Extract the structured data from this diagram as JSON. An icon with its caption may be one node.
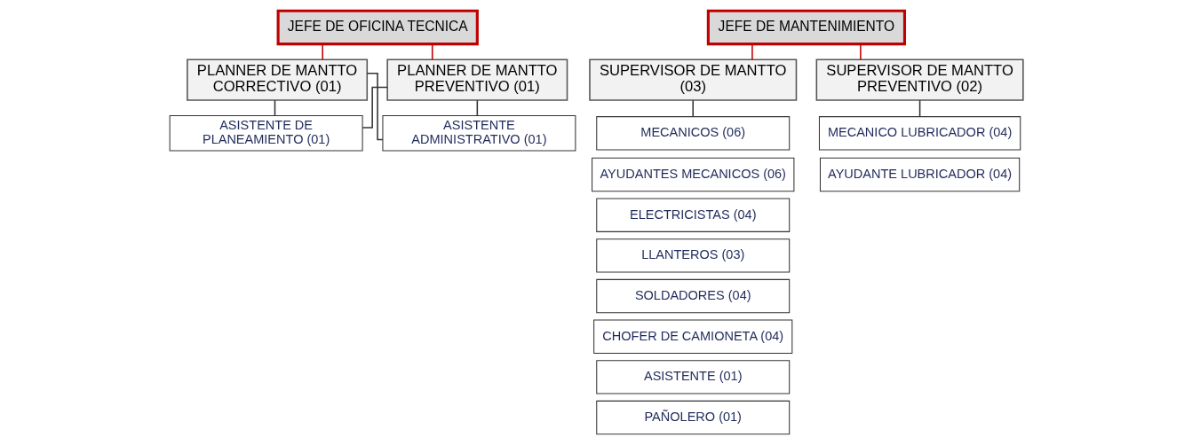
{
  "diagram": {
    "nodes": [
      {
        "text": [
          "JEFE DE OFICINA TECNICA"
        ]
      },
      {
        "text": [
          "PLANNER DE MANTTO CORRECTIVO (01)"
        ]
      },
      {
        "text": [
          "PLANNER DE MANTTO PREVENTIVO (01)"
        ]
      },
      {
        "text": [
          "ASISTENTE DE PLANEAMIENTO (01)"
        ]
      },
      {
        "text": [
          "ASISTENTE ADMINISTRATIVO (01)"
        ]
      },
      {
        "text": [
          "JEFE DE MANTENIMIENTO"
        ]
      },
      {
        "text": [
          "SUPERVISOR DE MANTTO (03)"
        ]
      },
      {
        "text": [
          "SUPERVISOR DE MANTTO PREVENTIVO (02)"
        ]
      },
      {
        "text": [
          "MECANICOS (06)"
        ]
      },
      {
        "text": [
          "AYUDANTES MECANICOS (06)"
        ]
      },
      {
        "text": [
          "ELECTRICISTAS (04)"
        ]
      },
      {
        "text": [
          "LLANTEROS (03)"
        ]
      },
      {
        "text": [
          "SOLDADORES (04)"
        ]
      },
      {
        "text": [
          "CHOFER DE CAMIONETA (04)"
        ]
      },
      {
        "text": [
          "ASISTENTE (01)"
        ]
      },
      {
        "text": [
          "PAÑOLERO (01)"
        ]
      },
      {
        "text": [
          "MECANICO LUBRICADOR (04)"
        ]
      },
      {
        "text": [
          "AYUDANTE LUBRICADOR (04)"
        ]
      }
    ],
    "edges": [
      {
        "from": 0,
        "to": 1,
        "arrow": "none",
        "color": "#c00000"
      },
      {
        "from": 0,
        "to": 2,
        "arrow": "none",
        "color": "#c00000"
      },
      {
        "from": 1,
        "to": 3,
        "arrow": "none"
      },
      {
        "from": 1,
        "to": 4,
        "arrow": "none"
      },
      {
        "from": 2,
        "to": 3,
        "arrow": "none"
      },
      {
        "from": 2,
        "to": 4,
        "arrow": "none"
      },
      {
        "from": 5,
        "to": 6,
        "arrow": "none",
        "color": "#c00000"
      },
      {
        "from": 5,
        "to": 7,
        "arrow": "none",
        "color": "#c00000"
      },
      {
        "from": 6,
        "to": 8,
        "arrow": "none"
      },
      {
        "from": 7,
        "to": 16,
        "arrow": "none"
      }
    ]
  }
}
